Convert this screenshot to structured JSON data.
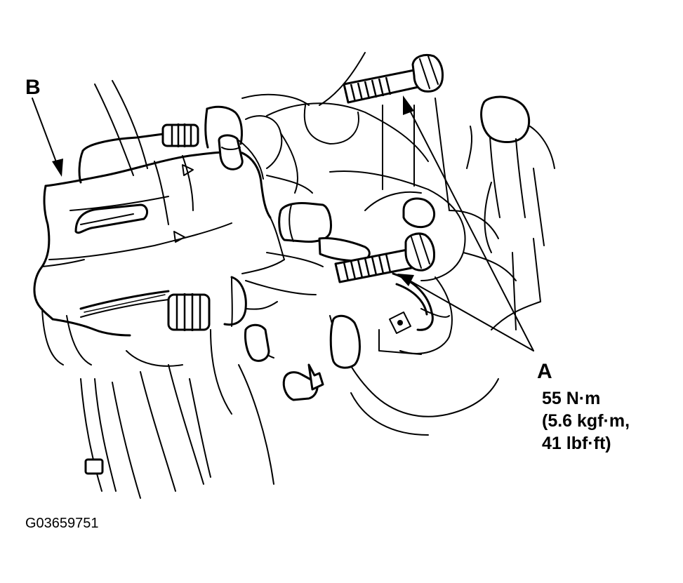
{
  "labels": {
    "caliper_callout": "B",
    "bolt_callout": "A",
    "torque_nm": "55 N·m",
    "torque_kgfm": "(5.6 kgf·m,",
    "torque_lbfft": "41 lbf·ft)",
    "figure_id": "G03659751"
  },
  "colors": {
    "line": "#000000",
    "background": "#ffffff"
  }
}
